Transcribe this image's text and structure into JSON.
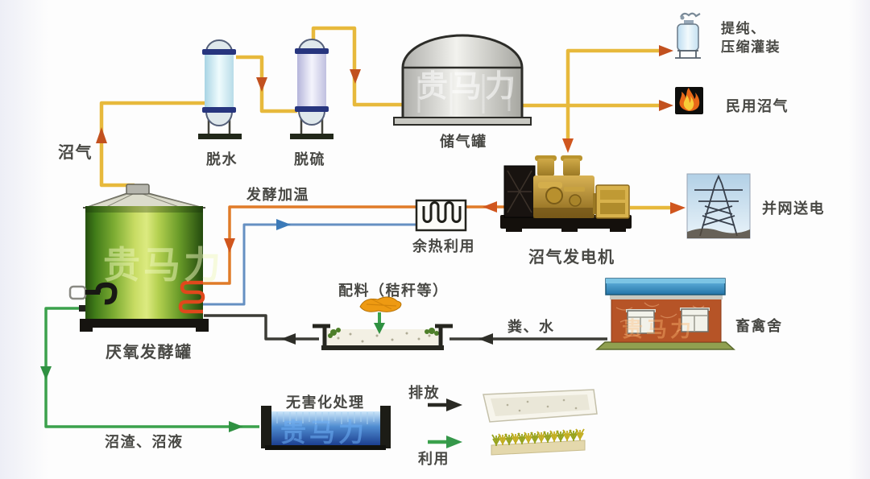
{
  "colors": {
    "gas-pipe": "#e7b93c",
    "gas-arrow": "#c2511f",
    "hot-water": "#e07b28",
    "cold-water": "#6590c2",
    "cold-arrow": "#3c7ab8",
    "feed-line": "#3c3c36",
    "green-line": "#3ba14c",
    "label-text": "#484844"
  },
  "flows": {
    "biogas": "沼气",
    "ferment_heating": "发酵加温",
    "manure_water": "粪、水",
    "residue_slurry": "沼渣、沼液"
  },
  "nodes": {
    "dewater": {
      "label": "脱水"
    },
    "desulfurizer": {
      "label": "脱硫"
    },
    "gas_storage": {
      "label": "储气罐"
    },
    "purification": {
      "label_line1": "提纯、",
      "label_line2": "压缩灌装"
    },
    "civil_biogas": {
      "label": "民用沼气"
    },
    "generator": {
      "label": "沼气发电机"
    },
    "grid_power": {
      "label": "并网送电"
    },
    "heat_exchanger": {
      "label": "余热利用"
    },
    "digester": {
      "label": "厌氧发酵罐"
    },
    "mixing_pool": {
      "ingredients_label": "配料（秸秆等）"
    },
    "livestock_house": {
      "label": "畜禽舍"
    },
    "treatment_pool": {
      "label": "无害化处理"
    }
  },
  "legend": {
    "discharge": "排放",
    "utilize": "利用"
  },
  "watermark": "贵马力"
}
